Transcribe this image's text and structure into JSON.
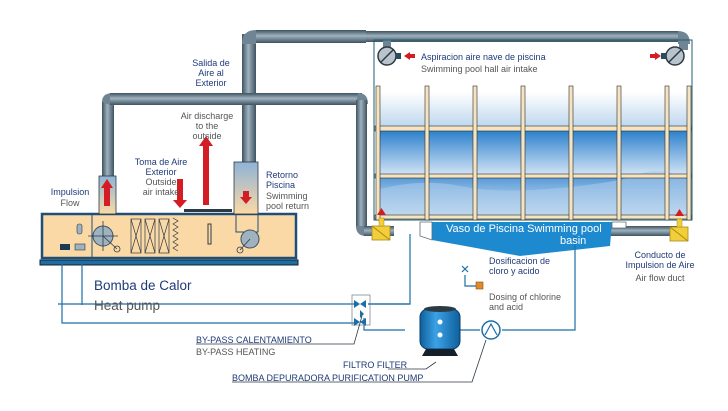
{
  "diagram": {
    "title": "Swimming pool heat pump dehumidification scheme",
    "colors": {
      "pipe": "#5f7585",
      "pipe_dark": "#2c3a44",
      "water_line": "#1b6fa6",
      "heat_pump_bg": "#fbd9a6",
      "heat_pump_border": "#1f4e79",
      "pool_frame": "#f6e3bf",
      "pool_water": "#2f86cf",
      "pool_label_bg": "#1d8ad0",
      "arrow_red": "#d31c24",
      "filter_blue": "#1a82c8",
      "duct_yellow": "#f2cf3a",
      "dosing_orange": "#e08a2a",
      "text_es": "#1f3a78",
      "text_en": "#555555"
    },
    "labels": {
      "salida_aire": [
        "Salida de",
        "Aire al",
        "Exterior"
      ],
      "air_discharge": [
        "Air discharge",
        "to the",
        "outside"
      ],
      "toma_aire": [
        "Toma de Aire",
        "Exterior"
      ],
      "outside_intake": [
        "Outside",
        "air intake"
      ],
      "retorno": [
        "Retorno",
        "Piscina"
      ],
      "pool_return": [
        "Swimming",
        "pool return"
      ],
      "impulsion": "Impulsion",
      "flow": "Flow",
      "aspiracion": "Aspiracion aire nave de piscina",
      "hall_intake": "Swimming pool hall air intake",
      "bomba_calor": "Bomba de Calor",
      "heat_pump": "Heat pump",
      "vaso": "Vaso de Piscina  Swimming pool",
      "basin": "basin",
      "dosificacion": [
        "Dosificacion de",
        "cloro y acido"
      ],
      "dosing": [
        "Dosing of chlorine",
        "and acid"
      ],
      "conducto": [
        "Conducto de",
        "Impulsion de Aire"
      ],
      "air_flow_duct": "Air flow duct",
      "bypass_es": "BY-PASS CALENTAMIENTO",
      "bypass_en": "BY-PASS HEATING",
      "filtro": "FILTRO FILTER",
      "bomba_depuradora": "BOMBA DEPURADORA PURIFICATION PUMP"
    }
  }
}
